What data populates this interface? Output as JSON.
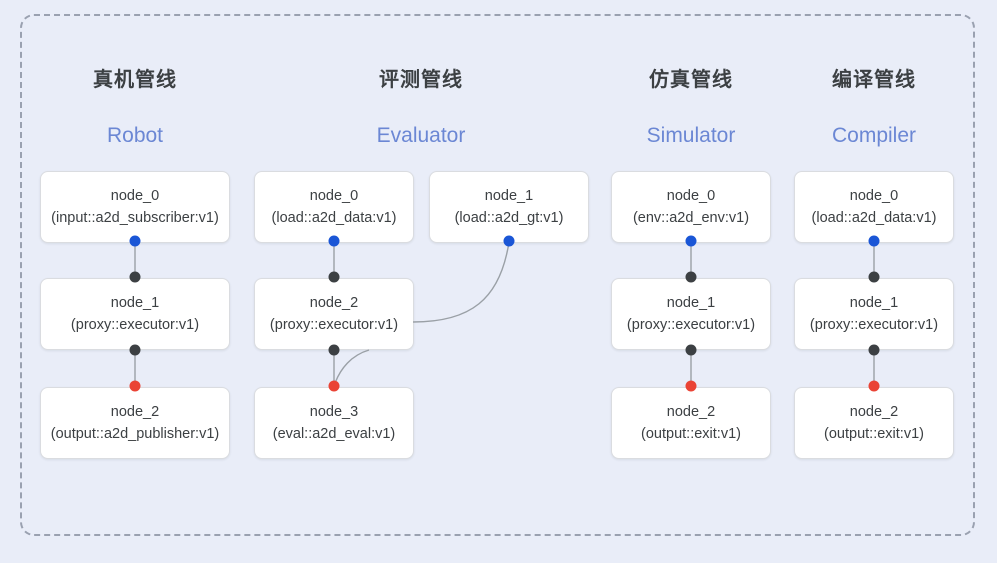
{
  "diagram": {
    "frame": {
      "style": "dashed-rounded-group"
    },
    "columns": [
      {
        "id": "robot",
        "title_cn": "真机管线",
        "title_en": "Robot",
        "nodes": [
          {
            "name": "node_0",
            "spec": "(input::a2d_subscriber:v1)"
          },
          {
            "name": "node_1",
            "spec": "(proxy::executor:v1)"
          },
          {
            "name": "node_2",
            "spec": "(output::a2d_publisher:v1)"
          }
        ]
      },
      {
        "id": "evaluator",
        "title_cn": "评测管线",
        "title_en": "Evaluator",
        "nodes": [
          {
            "name": "node_0",
            "spec": "(load::a2d_data:v1)"
          },
          {
            "name": "node_1",
            "spec": "(load::a2d_gt:v1)"
          },
          {
            "name": "node_2",
            "spec": "(proxy::executor:v1)"
          },
          {
            "name": "node_3",
            "spec": "(eval::a2d_eval:v1)"
          }
        ]
      },
      {
        "id": "simulator",
        "title_cn": "仿真管线",
        "title_en": "Simulator",
        "nodes": [
          {
            "name": "node_0",
            "spec": "(env::a2d_env:v1)"
          },
          {
            "name": "node_1",
            "spec": "(proxy::executor:v1)"
          },
          {
            "name": "node_2",
            "spec": "(output::exit:v1)"
          }
        ]
      },
      {
        "id": "compiler",
        "title_cn": "编译管线",
        "title_en": "Compiler",
        "nodes": [
          {
            "name": "node_0",
            "spec": "(load::a2d_data:v1)"
          },
          {
            "name": "node_1",
            "spec": "(proxy::executor:v1)"
          },
          {
            "name": "node_2",
            "spec": "(output::exit:v1)"
          }
        ]
      }
    ],
    "colors": {
      "background": "#e9edf8",
      "frame_border": "#9aa1b0",
      "node_bg": "#ffffff",
      "node_border": "#dadce0",
      "title_cn": "#3c4043",
      "title_en": "#6b87d4",
      "port_in": "#1a56d6",
      "port_out": "#3c4043",
      "port_end": "#ea4335",
      "edge": "#9aa0a6"
    }
  }
}
